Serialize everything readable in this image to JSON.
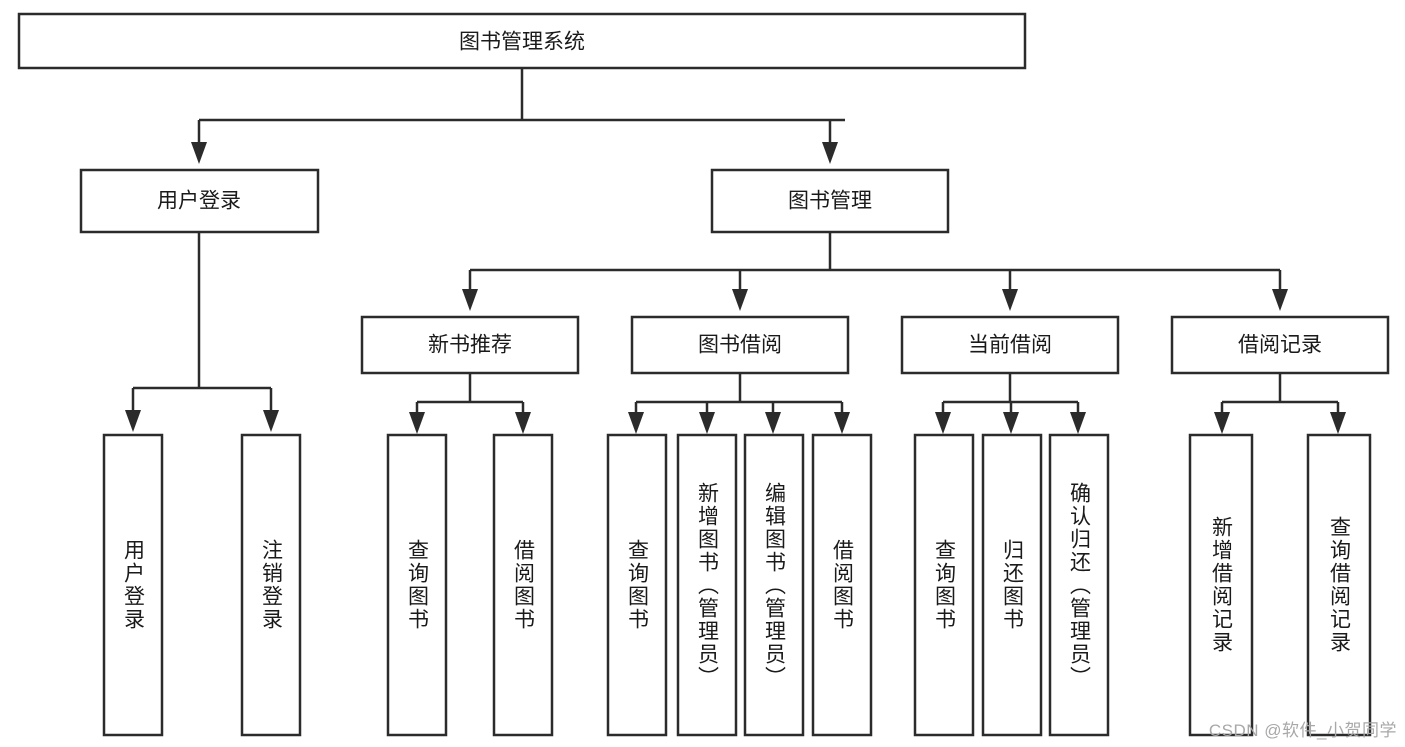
{
  "diagram": {
    "type": "tree",
    "title": "图书管理系统",
    "watermark": "CSDN @软件_小贺同学",
    "colors": {
      "box_stroke": "#2b2b2b",
      "box_fill": "#ffffff",
      "text": "#1a1a1a",
      "watermark": "#a8a8a8",
      "background": "#ffffff"
    },
    "levels": {
      "root": {
        "label": "图书管理系统"
      },
      "level2": [
        {
          "label": "用户登录"
        },
        {
          "label": "图书管理"
        }
      ],
      "level3": [
        {
          "label": "新书推荐"
        },
        {
          "label": "图书借阅"
        },
        {
          "label": "当前借阅"
        },
        {
          "label": "借阅记录"
        }
      ],
      "leaves": [
        {
          "label": "用户登录",
          "parent": "用户登录"
        },
        {
          "label": "注销登录",
          "parent": "用户登录"
        },
        {
          "label": "查询图书",
          "parent": "新书推荐"
        },
        {
          "label": "借阅图书",
          "parent": "新书推荐"
        },
        {
          "label": "查询图书",
          "parent": "图书借阅"
        },
        {
          "label": "新增图书（管理员）",
          "parent": "图书借阅"
        },
        {
          "label": "编辑图书（管理员）",
          "parent": "图书借阅"
        },
        {
          "label": "借阅图书",
          "parent": "图书借阅"
        },
        {
          "label": "查询图书",
          "parent": "当前借阅"
        },
        {
          "label": "归还图书",
          "parent": "当前借阅"
        },
        {
          "label": "确认归还（管理员）",
          "parent": "当前借阅"
        },
        {
          "label": "新增借阅记录",
          "parent": "借阅记录"
        },
        {
          "label": "查询借阅记录",
          "parent": "借阅记录"
        }
      ]
    },
    "edges": [
      {
        "from": "图书管理系统",
        "to": "用户登录"
      },
      {
        "from": "图书管理系统",
        "to": "图书管理"
      },
      {
        "from": "图书管理",
        "to": "新书推荐"
      },
      {
        "from": "图书管理",
        "to": "图书借阅"
      },
      {
        "from": "图书管理",
        "to": "当前借阅"
      },
      {
        "from": "图书管理",
        "to": "借阅记录"
      },
      {
        "from": "用户登录",
        "to": "用户登录"
      },
      {
        "from": "用户登录",
        "to": "注销登录"
      },
      {
        "from": "新书推荐",
        "to": "查询图书"
      },
      {
        "from": "新书推荐",
        "to": "借阅图书"
      },
      {
        "from": "图书借阅",
        "to": "查询图书"
      },
      {
        "from": "图书借阅",
        "to": "新增图书（管理员）"
      },
      {
        "from": "图书借阅",
        "to": "编辑图书（管理员）"
      },
      {
        "from": "图书借阅",
        "to": "借阅图书"
      },
      {
        "from": "当前借阅",
        "to": "查询图书"
      },
      {
        "from": "当前借阅",
        "to": "归还图书"
      },
      {
        "from": "当前借阅",
        "to": "确认归还（管理员）"
      },
      {
        "from": "借阅记录",
        "to": "新增借阅记录"
      },
      {
        "from": "借阅记录",
        "to": "查询借阅记录"
      }
    ]
  }
}
